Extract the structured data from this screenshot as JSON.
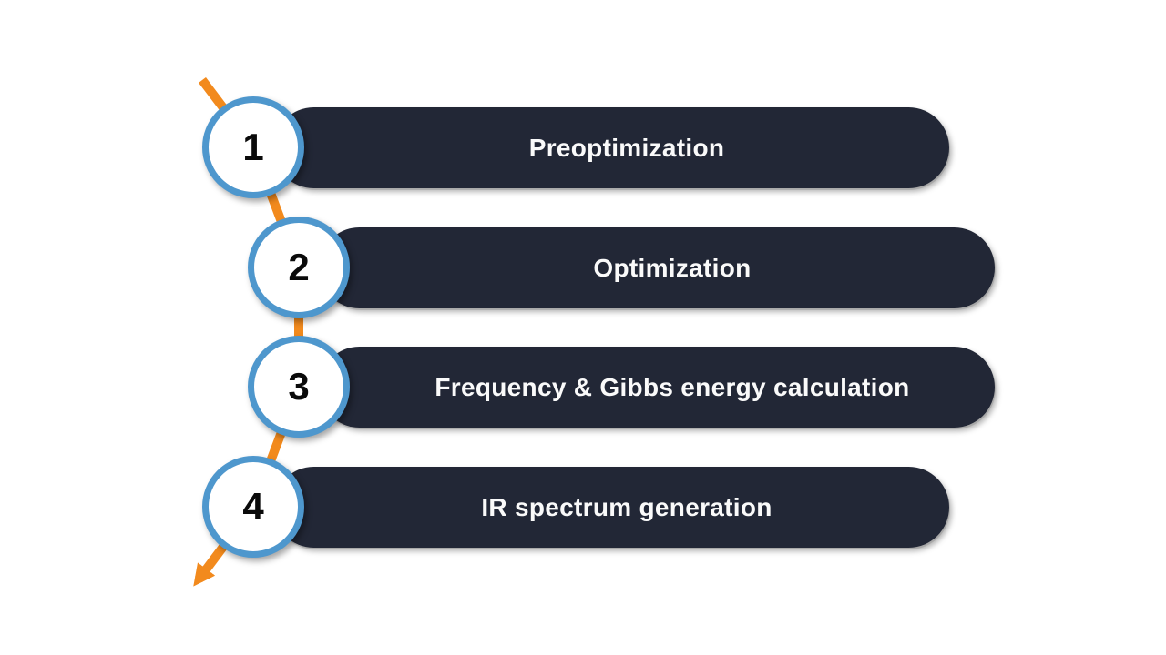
{
  "diagram": {
    "type": "numbered-process-list",
    "steps": [
      {
        "number": "1",
        "label": "Preoptimization"
      },
      {
        "number": "2",
        "label": "Optimization"
      },
      {
        "number": "3",
        "label": "Frequency & Gibbs energy calculation"
      },
      {
        "number": "4",
        "label": "IR spectrum generation"
      }
    ],
    "connector": {
      "icon": "arrow-down-left-icon",
      "description": "orange zigzag line through step circles ending in arrowhead"
    },
    "colors": {
      "bar": "#222736",
      "circle_border": "#4E97CD",
      "circle_fill": "#FFFFFF",
      "number": "#0A0A0A",
      "label": "#FAFAFA",
      "connector": "#F28A1D",
      "background": "#FFFFFF"
    }
  }
}
